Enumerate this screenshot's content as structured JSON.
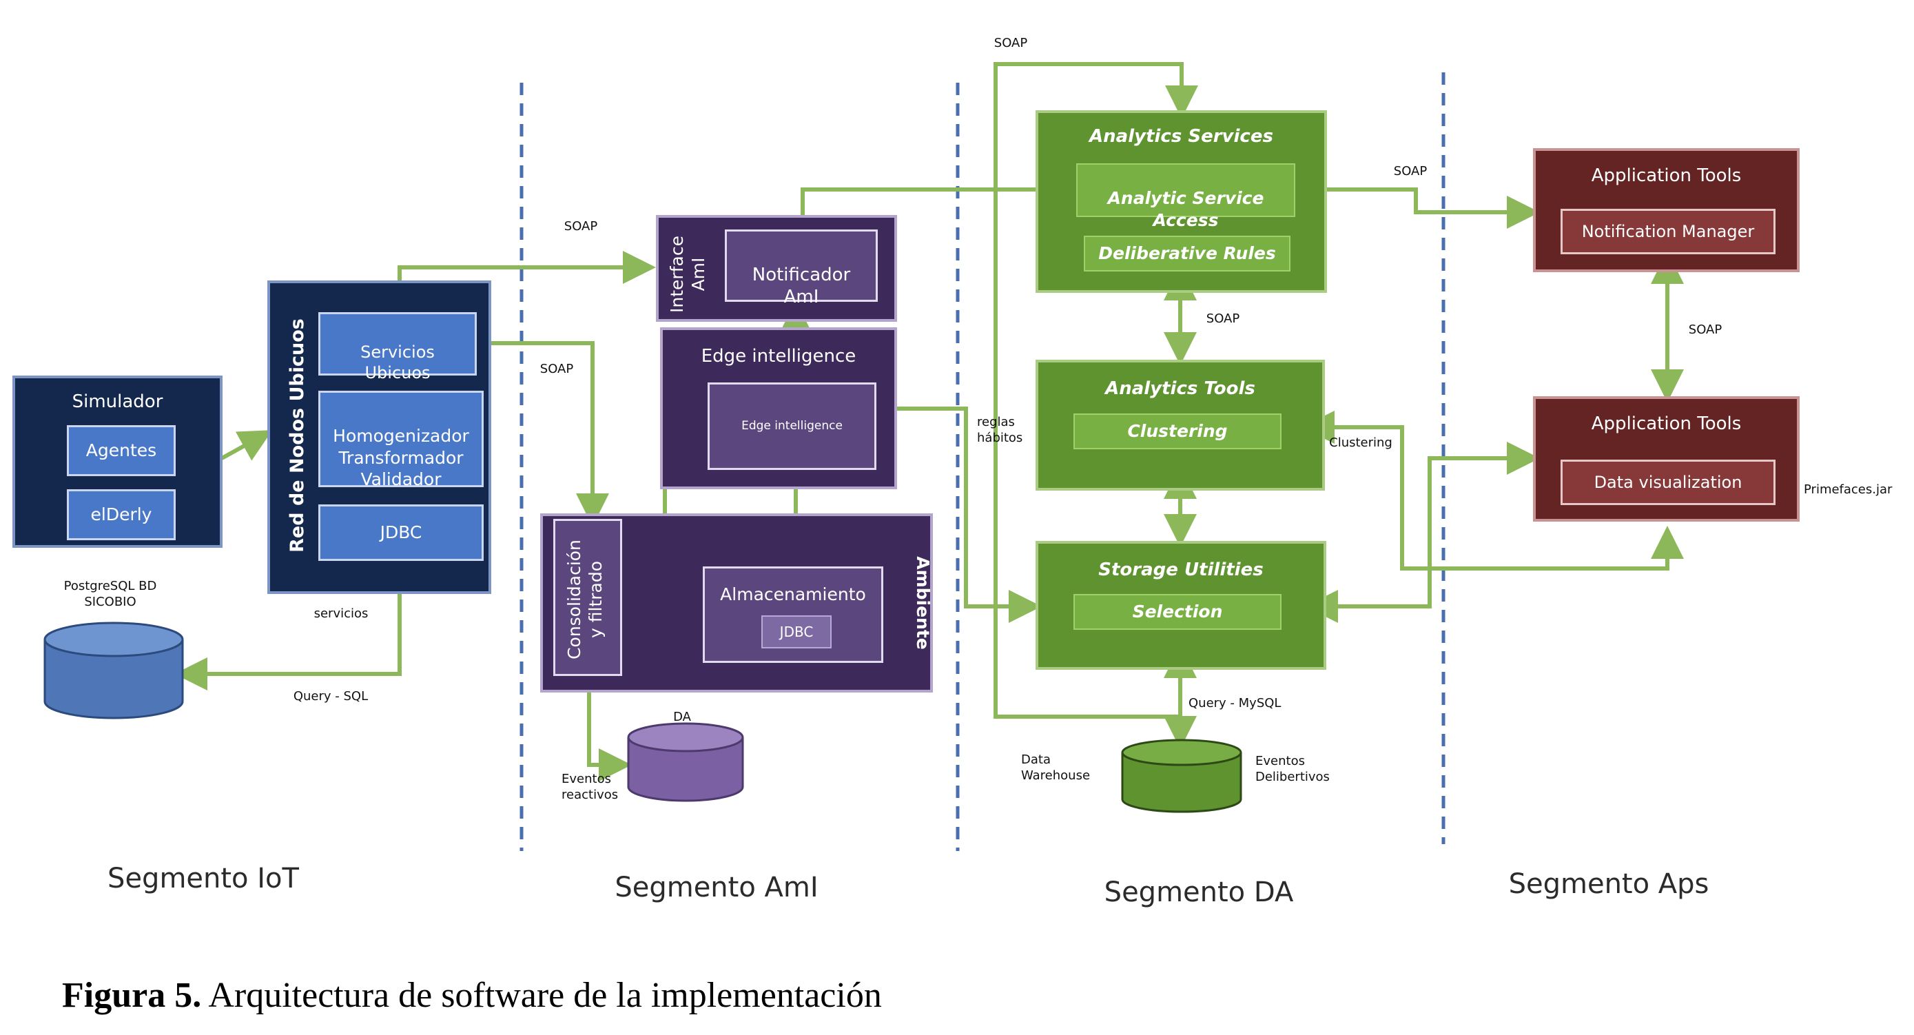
{
  "iot": {
    "simulador": "Simulador",
    "agentes": "Agentes",
    "elderly": "elDerly",
    "red_nodos": "Red de Nodos Ubicuos",
    "servicios_ubicuos": "Servicios\nUbicuos",
    "homogenizador": "Homogenizador\nTransformador\nValidador",
    "jdbc": "JDBC",
    "db_label": "PostgreSQL BD\nSICOBIO",
    "servicios": "servicios",
    "query_sql": "Query - SQL"
  },
  "ami": {
    "interface": "Interface\nAmI",
    "notificador": "Notificador\nAmI",
    "edge_title": "Edge intelligence",
    "edge_inner": "Edge intelligence",
    "consolidacion": "Consolidación\ny filtrado",
    "almacenamiento": "Almacenamiento",
    "jdbc": "JDBC",
    "ambiente": "Ambiente",
    "da": "DA",
    "eventos_reactivos": "Eventos\nreactivos",
    "soap_top": "SOAP",
    "soap_mid": "SOAP"
  },
  "da": {
    "analytics_services": "Analytics Services",
    "analytic_service_access": "Analytic Service\nAccess",
    "deliberative_rules": "Deliberative Rules",
    "analytics_tools": "Analytics Tools",
    "clustering": "Clustering",
    "storage_utilities": "Storage Utilities",
    "selection": "Selection",
    "soap_top": "SOAP",
    "soap_mid": "SOAP",
    "reglas": "reglas\nhábitos",
    "query_mysql": "Query - MySQL",
    "data_warehouse": "Data\nWarehouse",
    "eventos_deliberativos": "Eventos\nDelibertivos",
    "clustering_label": "Clustering"
  },
  "aps": {
    "app_tools_1": "Application Tools",
    "notification_manager": "Notification Manager",
    "app_tools_2": "Application Tools",
    "data_visualization": "Data visualization",
    "soap_left": "SOAP",
    "soap_mid": "SOAP",
    "primefaces": "Primefaces.jar"
  },
  "segments": {
    "iot": "Segmento IoT",
    "ami": "Segmento AmI",
    "da": "Segmento DA",
    "aps": "Segmento Aps"
  },
  "caption": {
    "label": "Figura 5.",
    "text": " Arquitectura de software de la implementación"
  },
  "colors": {
    "connector": "#8db85a",
    "divider": "#4a6fb0"
  }
}
